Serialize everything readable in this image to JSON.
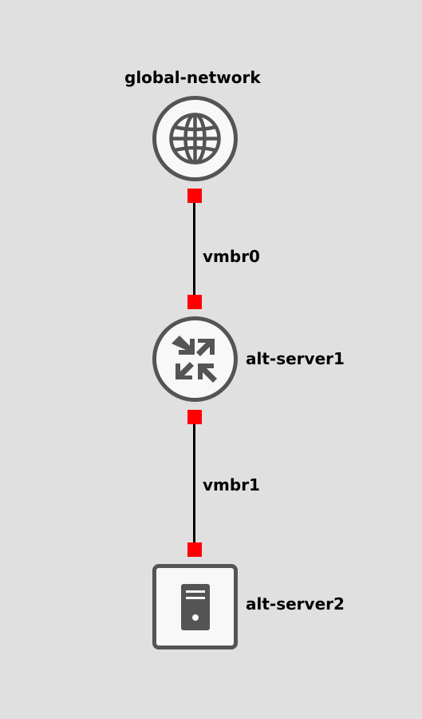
{
  "nodes": {
    "global_network": {
      "label": "global-network",
      "icon": "globe-icon"
    },
    "alt_server1": {
      "label": "alt-server1",
      "icon": "router-icon"
    },
    "alt_server2": {
      "label": "alt-server2",
      "icon": "server-icon"
    }
  },
  "links": {
    "vmbr0": {
      "label": "vmbr0"
    },
    "vmbr1": {
      "label": "vmbr1"
    }
  },
  "colors": {
    "background": "#e0e0e0",
    "node_border": "#545454",
    "node_fill": "#f8f8f8",
    "port": "#ff0000",
    "link": "#000000"
  }
}
